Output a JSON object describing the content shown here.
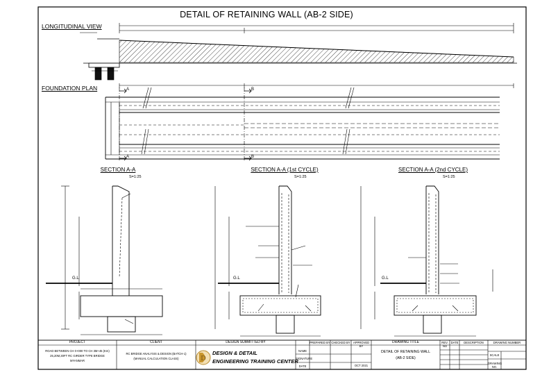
{
  "drawing": {
    "title": "DETAIL OF RETAINING WALL (AB-2 SIDE)",
    "views": {
      "longitudinal": "LONGITUDINAL VIEW",
      "foundation": "FOUNDATION PLAN"
    },
    "sections": [
      {
        "title": "SECTION A-A",
        "scale": "S=1:25"
      },
      {
        "title": "SECTION A-A (1st CYCLE)",
        "scale": "S=1:25"
      },
      {
        "title": "SECTION A-A (2nd CYCLE)",
        "scale": "S=1:25"
      }
    ],
    "ground_label": "G.L",
    "cut_marks": {
      "a": "A",
      "b": "B"
    }
  },
  "title_block": {
    "project_header": "PROJECT",
    "project_lines": [
      "ROAD BETWEEN CH 0+000 TO CH 3M+45 (Km)",
      "25,20M,30FT RC GIRDER TYPE BRIDGE",
      "MYANMAR"
    ],
    "client_header": "CLIENT",
    "client_lines": [
      "RC BRIDGE ANALYSIS & DESIGN (BATCH-1)",
      "(MANUAL CALCULATION CLASS)"
    ],
    "submitted_header": "DESIGN SUBMITTED BY",
    "company_line1": "DESIGN & DETAIL",
    "company_line2": "ENGINEERING TRAINING CENTER",
    "sign_rows": [
      "NAME",
      "SIGNATURE",
      "DATE"
    ],
    "sign_cols": [
      "PREPARED BY",
      "CHECKED BY",
      "APPROVED BY"
    ],
    "date_value": "OCT 2021",
    "drawing_title_header": "DRAWING TITLE",
    "drawing_title_lines": [
      "DETAIL OF RETAINING WALL",
      "(AB-2 SIDE)"
    ],
    "revision_cols": [
      "REV. NO",
      "DATE",
      "DESCRIPTION"
    ],
    "info_labels": [
      "DRAWING NUMBER",
      "SCALE",
      "DRAWING NO."
    ]
  },
  "colors": {
    "line": "#000000",
    "paper": "#ffffff",
    "hatch": "#333333"
  }
}
